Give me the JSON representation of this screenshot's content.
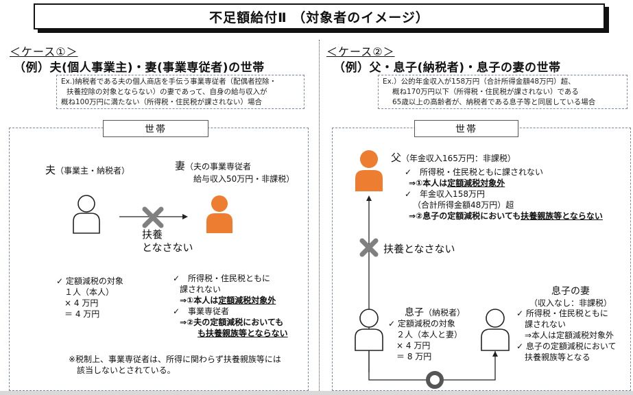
{
  "title": "不足額給付Ⅱ （対象者のイメージ）",
  "case1": {
    "heading": "＜ケース①＞",
    "subtitle": "（例）夫(個人事業主)・妻(事業専従者)の世帯",
    "ex": [
      "Ex.)納税者である夫の個人商店を手伝う事業専従者（配偶者控除・",
      "扶養控除の対象とならない）の妻であって、自身の給与収入が",
      "概ね100万円に満たない（所得税・住民税が課されない）場合"
    ],
    "setai_label": "世帯",
    "husband": {
      "name": "夫",
      "detail": "（事業主・納税者）"
    },
    "wife": {
      "name": "妻",
      "detail1": "（夫の事業専従者",
      "detail2": "給与収入50万円・非課税）"
    },
    "fuyou": [
      "扶養",
      "となさない"
    ],
    "calc": [
      "✓ 定額減税の対象",
      "１人（本人）",
      "× 4 万円",
      "＝ 4 万円"
    ],
    "wife_notes": {
      "line1": "✓　所得税・住民税ともに",
      "line2": "課されない",
      "arrow1_prefix": "⇒①本人は",
      "arrow1_ul": "定額減税対象外",
      "line3": "✓　事業専従者",
      "arrow2_a": "⇒②夫の定額減税においても",
      "arrow2_b": "も扶養親族等とならない"
    },
    "footnote": [
      "※税制上、事業専従者は、所得に関わらず扶養親族等には",
      "該当しないとされている。"
    ]
  },
  "case2": {
    "heading": "＜ケース②＞",
    "subtitle": "（例）父・息子(納税者)・息子の妻の世帯",
    "ex": [
      "Ex.）公的年金収入が158万円（合計所得金額48万円）超、",
      "概ね170万円以下（所得税・住民税が課されない）である",
      "65歳以上の高齢者が、納税者である息子等と同居している場合"
    ],
    "setai_label": "世帯",
    "father": {
      "name": "父",
      "detail": "（年金収入165万円：非課税）",
      "line1": "✓　所得税・住民税ともに課されない",
      "arrow1_prefix": "⇒①本人は",
      "arrow1_ul": "定額減税対象外",
      "line2": "✓　年金収入158万円",
      "line3": "（合計所得金額48万円）超",
      "arrow2_prefix": "⇒②息子の定額減税においても",
      "arrow2_ul": "扶養親族等とならない"
    },
    "fuyou": "扶養となさない",
    "son": {
      "name": "息子",
      "detail": "（納税者）"
    },
    "son_calc": [
      "✓ 定額減税の対象",
      "２人（本人と妻）",
      "× 4 万円",
      "＝ 8 万円"
    ],
    "wife": {
      "name": "息子の妻",
      "detail": "（収入なし：非課税）",
      "line1": "✓ 所得税・住民税ともに",
      "line2": "課されない",
      "line3": "⇒本人は定額減税対象外",
      "line4": "✓ 息子の定額減税において",
      "line5": "扶養親族等となる"
    }
  },
  "colors": {
    "filled_person": "#ed7d31",
    "cross": "#808080",
    "dashed_border": "#7a86a8"
  }
}
